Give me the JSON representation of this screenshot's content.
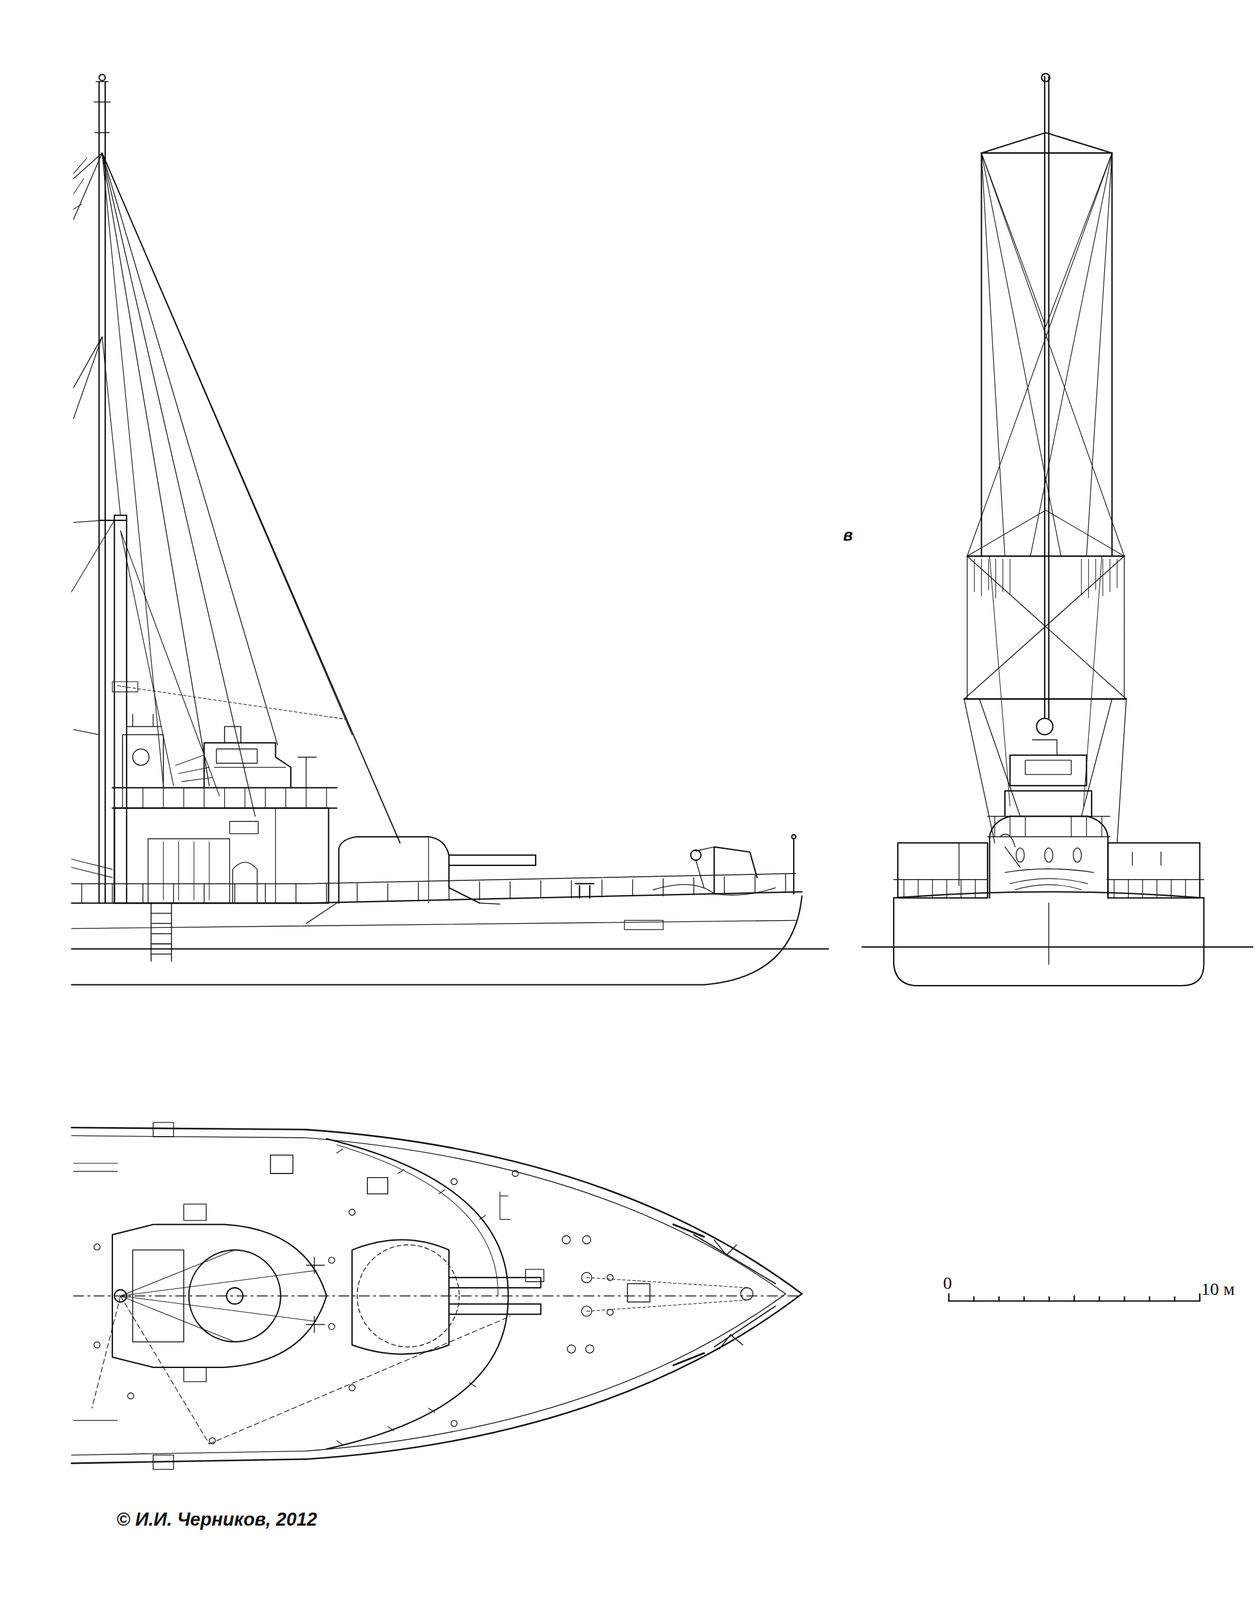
{
  "diagram": {
    "labels": [
      "в",
      "0",
      "10 м",
      "© И.И. Черников, 2012"
    ]
  }
}
